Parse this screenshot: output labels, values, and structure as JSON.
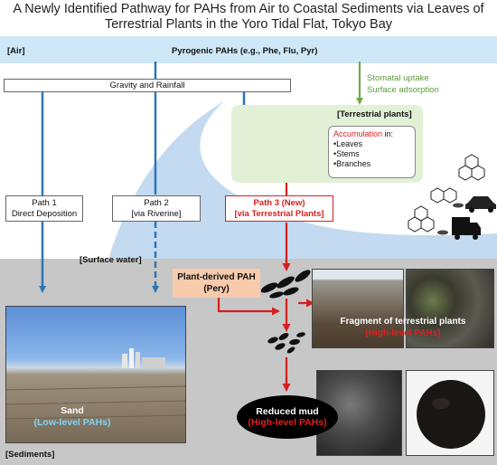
{
  "title_line1": "A Newly Identified Pathway for PAHs from Air to Coastal Sediments via Leaves of",
  "title_line2": "Terrestrial Plants in the Yoro Tidal Flat, Tokyo Bay",
  "air_label": "[Air]",
  "pyrogenic_label": "Pyrogenic PAHs (e.g., Phe, Flu, Pyr)",
  "stomatal_line1": "Stomatal uptake",
  "stomatal_line2": "Surface adsorption",
  "gravity_label": "Gravity and Rainfall",
  "terrestrial_label": "[Terrestrial plants]",
  "accumulation": {
    "heading": "Accumulation",
    "heading_suffix": " in:",
    "items": [
      "•Leaves",
      "•Stems",
      "•Branches"
    ]
  },
  "path1": {
    "line1": "Path 1",
    "line2": "Direct Deposition"
  },
  "path2": {
    "line1": "Path 2",
    "line2": "[via Riverine]"
  },
  "path3": {
    "line1": "Path 3 (New)",
    "line2": "[via Terrestrial Plants]"
  },
  "surface_water_label": "[Surface water]",
  "plant_pah": {
    "line1": "Plant-derived PAH",
    "line2": "(Pery)"
  },
  "fragment": {
    "line1": "Fragment of terrestrial plants",
    "line2": "(High-level PAHs)"
  },
  "sand": {
    "line1": "Sand",
    "line2": "(Low-level PAHs)"
  },
  "mud": {
    "line1": "Reduced mud",
    "line2": "(High-level PAHs)"
  },
  "sediments_label": "[Sediments]",
  "colors": {
    "air": "#cfe8f7",
    "water": "#c7c7c7",
    "arrow_blue": "#2e75b6",
    "arrow_red": "#d81e1e",
    "arrow_green": "#70ad47",
    "sand_text": "#7fd3f7",
    "high_text": "#e02020"
  }
}
